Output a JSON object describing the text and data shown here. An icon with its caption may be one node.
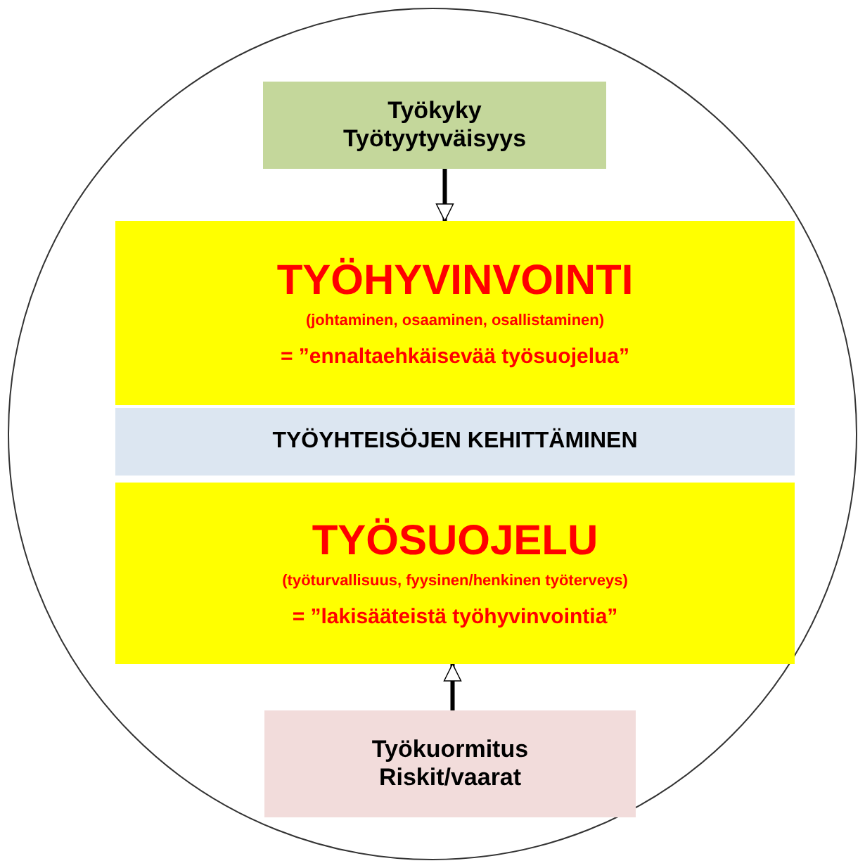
{
  "diagram": {
    "nodes": [
      {
        "text": [],
        "shape": "circle"
      },
      {
        "text": [
          "Työkyky",
          "Työtyytyväisyys"
        ],
        "in": 0
      },
      {
        "text": [
          "TYÖHYVINVOINTI",
          "(johtaminen, osaaminen, osallistaminen)",
          "= ”ennaltaehkäisevää työsuojelua”"
        ],
        "in": 0
      },
      {
        "text": [
          "TYÖYHTEISÖJEN KEHITTÄMINEN"
        ],
        "in": 0
      },
      {
        "text": [
          "TYÖSUOJELU",
          "(työturvallisuus, fyysinen/henkinen työterveys)",
          "= ”lakisääteistä työhyvinvointia”"
        ],
        "in": 0
      },
      {
        "text": [
          "Työkuormitus",
          "Riskit/vaarat"
        ],
        "in": 0
      }
    ],
    "edges": [
      {
        "from": 1,
        "to": 2,
        "arrow": "to"
      },
      {
        "from": 5,
        "to": 4,
        "arrow": "to"
      }
    ]
  }
}
